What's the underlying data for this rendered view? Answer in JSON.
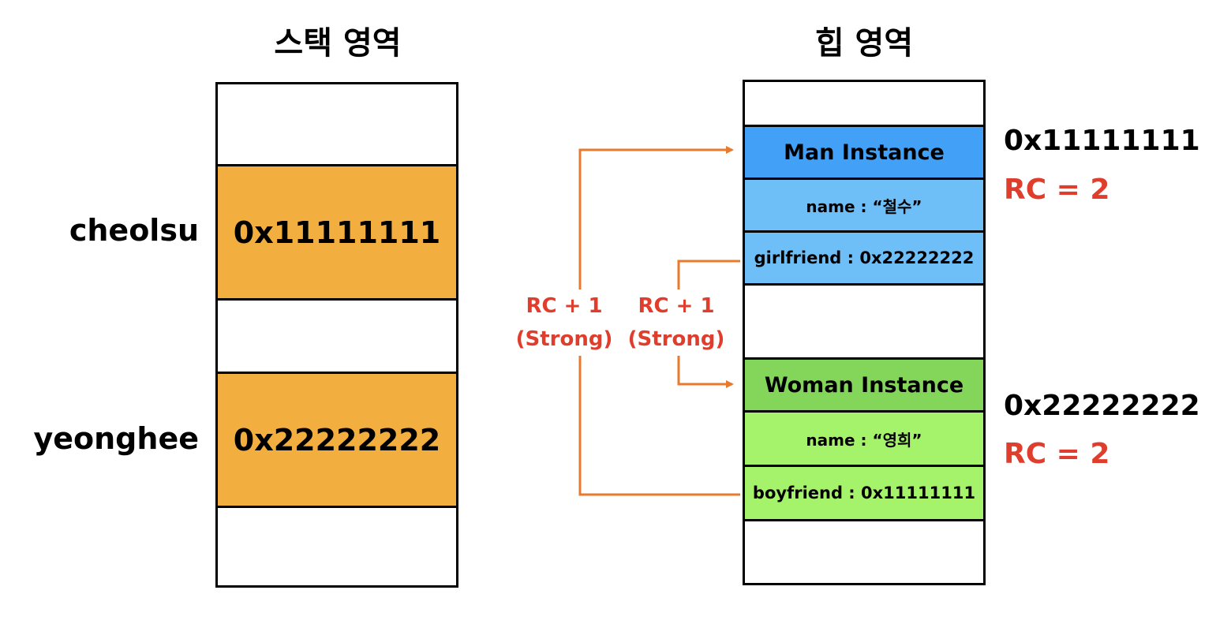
{
  "stack": {
    "title": "스택 영역",
    "vars": [
      {
        "name": "cheolsu",
        "value": "0x11111111"
      },
      {
        "name": "yeonghee",
        "value": "0x22222222"
      }
    ]
  },
  "heap": {
    "title": "힙 영역",
    "man": {
      "header": "Man Instance",
      "name_field": "name : “철수”",
      "ref_field": "girlfriend : 0x22222222",
      "address": "0x11111111",
      "rc": "RC = 2"
    },
    "woman": {
      "header": "Woman Instance",
      "name_field": "name : “영희”",
      "ref_field": "boyfriend : 0x11111111",
      "address": "0x22222222",
      "rc": "RC = 2"
    }
  },
  "edges": [
    {
      "line1": "RC + 1",
      "line2": "(Strong)"
    },
    {
      "line1": "RC + 1",
      "line2": "(Strong)"
    }
  ],
  "colors": {
    "stack_cell": "#F2AF3F",
    "man_header": "#42A0F6",
    "man_field": "#6EBEF8",
    "woman_header": "#84D65A",
    "woman_field": "#A4F36A",
    "arrow": "#E87A2E",
    "rc_text": "#E03E2D"
  }
}
